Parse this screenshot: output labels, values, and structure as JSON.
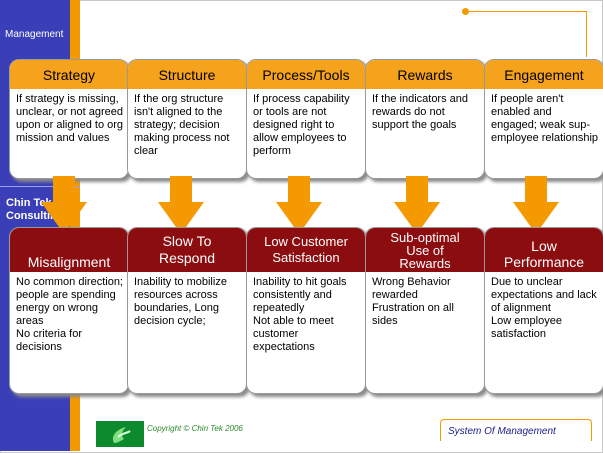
{
  "sidebar": {
    "title": "Management",
    "company": "Chin Tek Consulting"
  },
  "columns": [
    {
      "top_title": "Strategy",
      "top_text": "If strategy is missing, unclear, or not agreed upon or aligned to org mission and values",
      "bottom_title": "Misalignment",
      "bottom_text": "No common direction; people are spending energy on wrong areas\nNo criteria for decisions"
    },
    {
      "top_title": "Structure",
      "top_text": "If the org structure isn't aligned to the strategy; decision making process not clear",
      "bottom_title": "Slow To\nRespond",
      "bottom_text": "Inability to mobilize resources across boundaries, Long decision cycle;"
    },
    {
      "top_title": "Process/Tools",
      "top_text": "If process capability or tools are not designed right to allow employees to perform",
      "bottom_title": "Low Customer\nSatisfaction",
      "bottom_text": "Inability to hit goals consistently and repeatedly\nNot able to meet customer expectations"
    },
    {
      "top_title": "Rewards",
      "top_text": "If the indicators and rewards do not support the goals",
      "bottom_title": "Sub-optimal\nUse of\nRewards",
      "bottom_text": "Wrong Behavior rewarded\nFrustration on all sides"
    },
    {
      "top_title": "Engagement",
      "top_text": "If people aren't enabled and engaged; weak sup-employee relationship",
      "bottom_title": "Low\nPerformance",
      "bottom_text": "Due to unclear expectations and lack of alignment\nLow employee satisfaction"
    }
  ],
  "footer": {
    "copyright": "Copyright © Chin Tek 2006",
    "system_label": "System Of Management"
  },
  "colors": {
    "sidebar": "#3a3fb8",
    "accent_orange": "#f5a21c",
    "dark_red": "#8c0d10"
  }
}
